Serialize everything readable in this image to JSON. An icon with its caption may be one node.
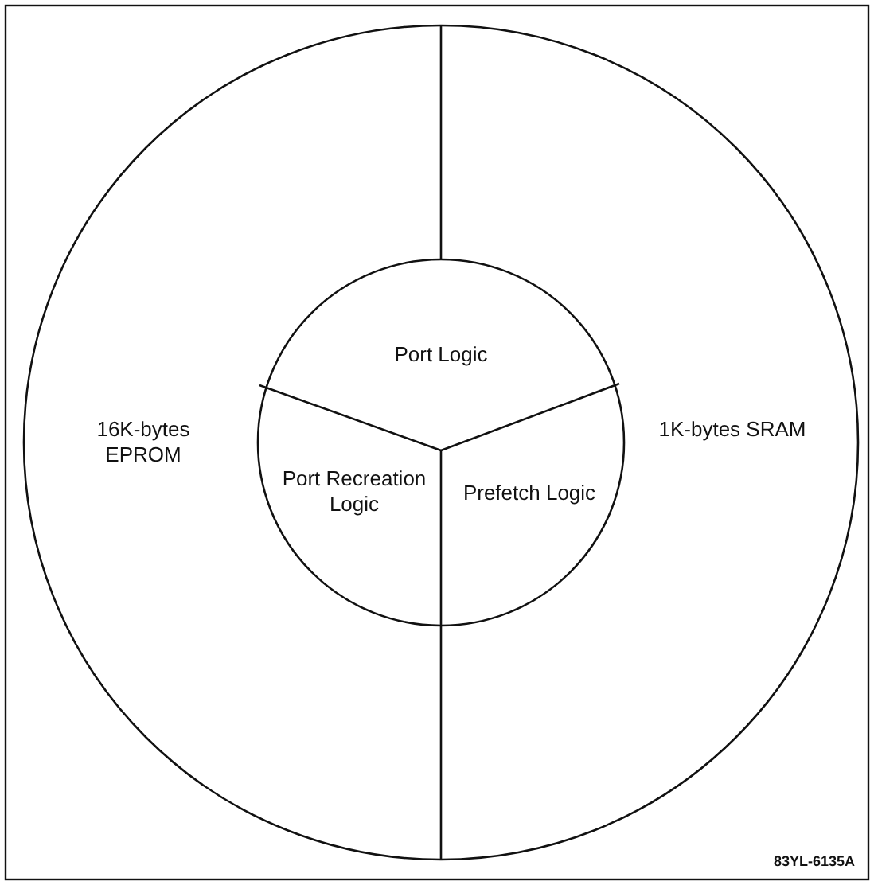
{
  "diagram": {
    "nodes": [
      {
        "text": [
          "16K-bytes EPROM"
        ]
      },
      {
        "text": [
          "1K-bytes SRAM"
        ]
      },
      {
        "text": [
          "Port Logic"
        ]
      },
      {
        "text": [
          "Port Recreation Logic"
        ]
      },
      {
        "text": [
          "Prefetch Logic"
        ]
      }
    ],
    "labels": [
      "83YL-6135A"
    ]
  }
}
